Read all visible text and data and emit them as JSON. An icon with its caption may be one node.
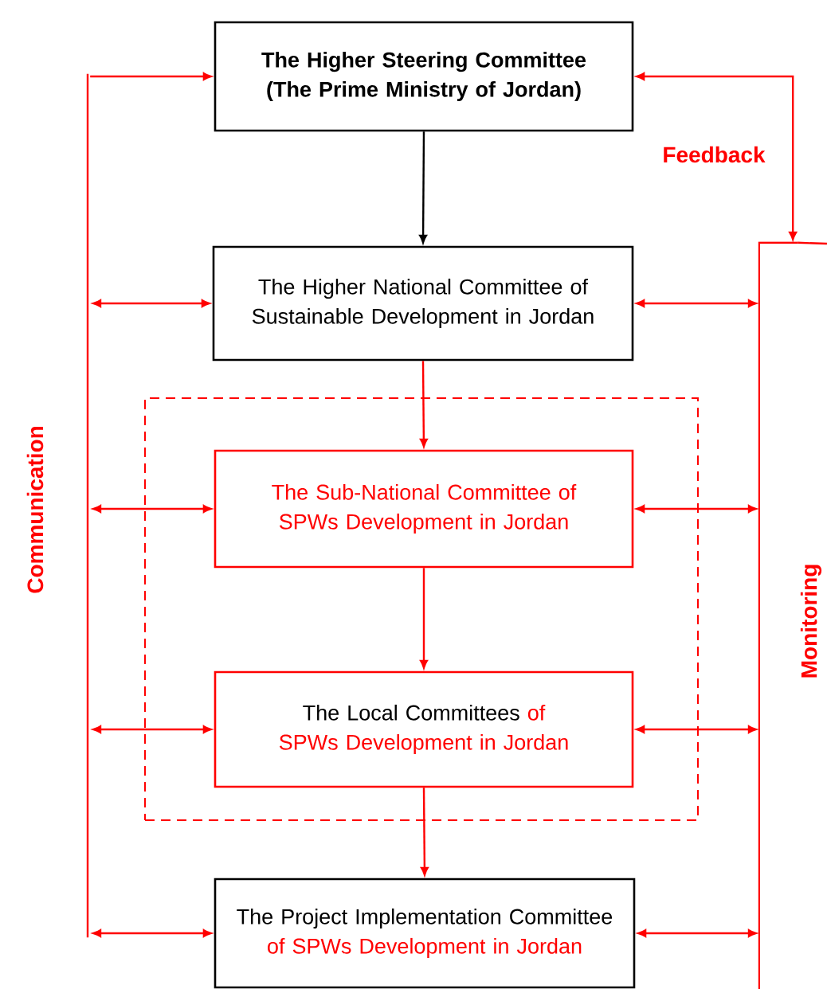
{
  "diagram": {
    "nodes": [
      {
        "text": [
          "The Higher Steering Committee (The Prime Ministry of Jordan)"
        ]
      },
      {
        "text": [
          "The Higher National Committee of Sustainable Development in Jordan"
        ]
      },
      {
        "text": [],
        "shape": "box"
      },
      {
        "text": [
          "The Sub-National Committee of SPWs Development in Jordan"
        ],
        "in": 2
      },
      {
        "text": [
          "The Local Committees",
          "of SPWs Development in Jordan"
        ],
        "in": 2
      },
      {
        "text": [
          "The Project Implementation Committee",
          "of SPWs Development in Jordan"
        ]
      },
      {
        "text": [],
        "shape": "bar",
        "beside": [
          "Communication"
        ]
      },
      {
        "text": [],
        "shape": "bar",
        "beside": [
          "Monitoring"
        ]
      }
    ],
    "edges": [
      {
        "from": 0,
        "to": 1,
        "arrow": "to",
        "color": "#000000"
      },
      {
        "from": 1,
        "to": 3,
        "arrow": "to"
      },
      {
        "from": 3,
        "to": 4,
        "arrow": "to"
      },
      {
        "from": 4,
        "to": 5,
        "arrow": "to"
      },
      {
        "from": 6,
        "to": 0,
        "arrow": "to"
      },
      {
        "from": 6,
        "to": 1,
        "arrow": "both"
      },
      {
        "from": 6,
        "to": 3,
        "arrow": "both"
      },
      {
        "from": 6,
        "to": 4,
        "arrow": "both"
      },
      {
        "from": 6,
        "to": 5,
        "arrow": "both"
      },
      {
        "from": 7,
        "to": 0,
        "arrow": "both",
        "label": "Feedback"
      },
      {
        "from": 7,
        "to": 1,
        "arrow": "both"
      },
      {
        "from": 7,
        "to": 3,
        "arrow": "both"
      },
      {
        "from": 7,
        "to": 4,
        "arrow": "both"
      },
      {
        "from": 7,
        "to": 5,
        "arrow": "both"
      }
    ]
  }
}
